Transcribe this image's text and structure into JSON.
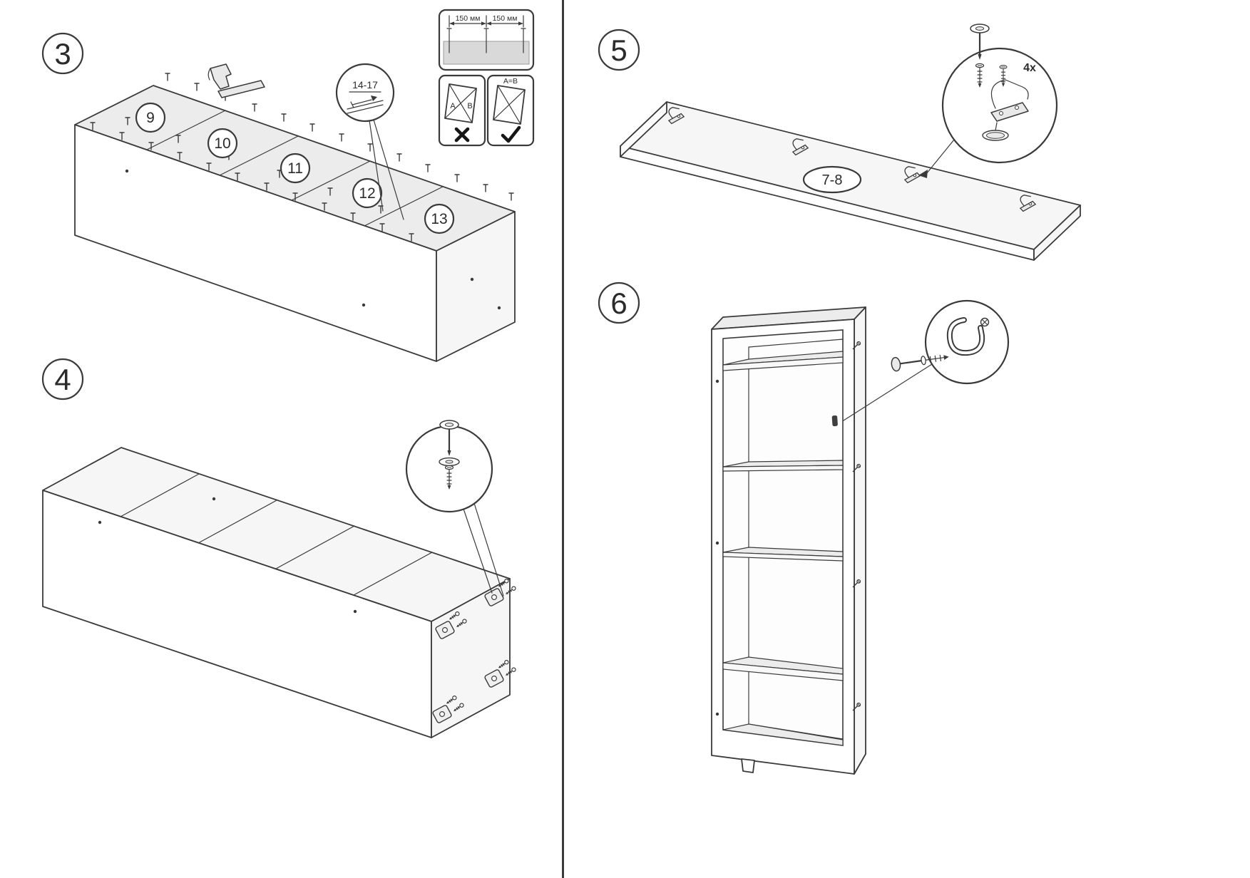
{
  "colors": {
    "ink": "#3a3a3a",
    "panel_fill": "#ececec",
    "edge_band": "#d9d9d9"
  },
  "icons": {
    "hammer": "hammer-icon",
    "nail": "nail-icon",
    "screw": "screw-icon",
    "screwdriver": "screwdriver-icon",
    "washer": "washer-icon",
    "corner_bracket": "bracket-icon",
    "hanger_bracket": "hanger-bracket-icon",
    "hook": "hook-icon",
    "pin": "pin-icon",
    "wrong_mark": "✕",
    "check_mark": "✓"
  },
  "sheet": {
    "step3": {
      "number": "3",
      "panel_labels": [
        "9",
        "10",
        "11",
        "12",
        "13"
      ],
      "callout_label": "14-17",
      "spacing": {
        "left": "150 мм",
        "right": "150 мм"
      },
      "diagonal": {
        "a": "A",
        "b": "B",
        "equal": "A=B"
      }
    },
    "step4": {
      "number": "4"
    },
    "step5": {
      "number": "5",
      "panel_label": "7-8",
      "hardware_count": "4x"
    },
    "step6": {
      "number": "6"
    }
  }
}
